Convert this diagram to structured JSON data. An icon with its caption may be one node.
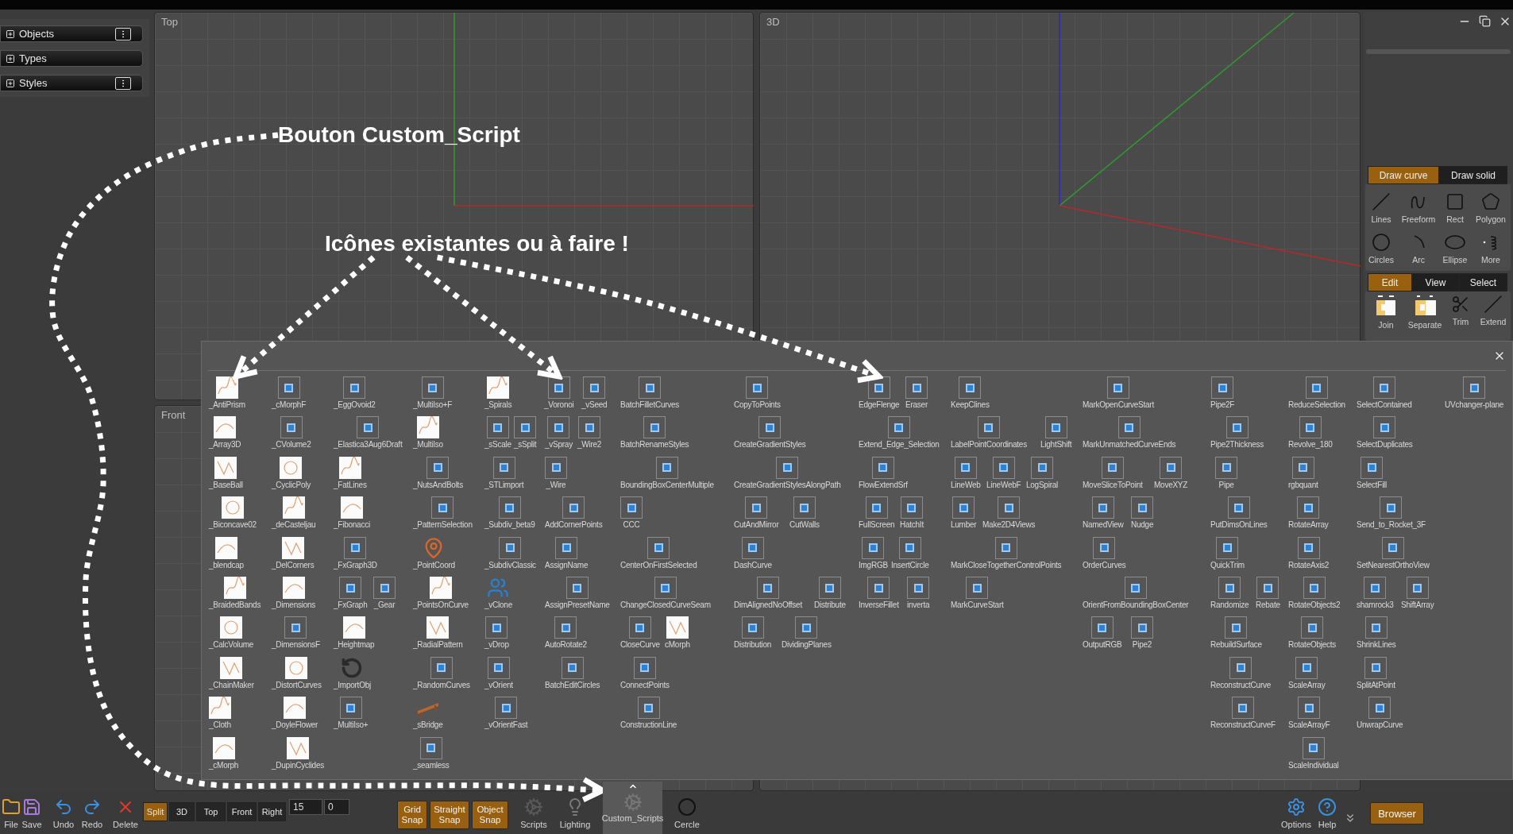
{
  "diagram": {
    "nodes": [
      {
        "text": [
          "Bouton Custom_Script"
        ]
      },
      {
        "text": [
          "Icônes existantes ou à faire !"
        ]
      },
      {
        "text": [
          "Custom_Scripts"
        ]
      },
      {
        "text": [],
        "shape": "picture"
      },
      {
        "text": [],
        "shape": "box"
      },
      {
        "text": [],
        "shape": "box"
      }
    ],
    "edges": [
      {
        "from": 0,
        "to": 2,
        "arrow": "to"
      },
      {
        "from": 1,
        "to": 3,
        "arrow": "to"
      },
      {
        "from": 1,
        "to": 4,
        "arrow": "to"
      },
      {
        "from": 1,
        "to": 5,
        "arrow": "to"
      }
    ],
    "labels": [
      "Objects",
      "Types",
      "Styles",
      "Top",
      "3D",
      "Draw curve",
      "Draw solid",
      "Lines",
      "Freeform",
      "Rect",
      "Polygon",
      "Circles",
      "Arc",
      "Ellipse",
      "More",
      "Edit",
      "View",
      "Select",
      "Join",
      "Separate",
      "Trim",
      "Extend",
      "Front",
      "_AntiPrism",
      "_cMorphF",
      "_EggOvoid2",
      "_MultiIso+F",
      "_Spirals",
      "_Voronoi",
      "_vSeed",
      "BatchFilletCurves",
      "CopyToPoints",
      "EdgeFlenge",
      "Eraser",
      "KeepClines",
      "MarkOpenCurveStart",
      "Pipe2F",
      "ReduceSelection",
      "SelectContained",
      "UVchanger-plane",
      "_Array3D",
      "_CVolume2",
      "_Elastica3Aug6Draft",
      "_MultiIso",
      "_sScale",
      "_sSplit",
      "_vSpray",
      "_Wire2",
      "BatchRenameStyles",
      "CreateGradientStyles",
      "Extend_Edge_Selection",
      "LabelPointCoordinates",
      "LightShift",
      "MarkUnmatchedCurveEnds",
      "Pipe2Thickness",
      "Revolve_180",
      "SelectDuplicates",
      "_BaseBall",
      "_CyclicPoly",
      "_FatLines",
      "_NutsAndBolts",
      "_STLimport",
      "_Wire",
      "BoundingBoxCenterMultiple",
      "CreateGradientStylesAlongPath",
      "FlowExtendSrf",
      "LineWeb",
      "LineWebF",
      "LogSpiral",
      "MoveSliceToPoint",
      "MoveXYZ",
      "Pipe",
      "rgbquant",
      "SelectFill",
      "_Biconcave02",
      "_deCasteljau",
      "_Fibonacci",
      "_PatternSelection",
      "_Subdiv_beta9",
      "AddCornerPoints",
      "CCC",
      "CutAndMirror",
      "CutWalls",
      "FullScreen",
      "HatchIt",
      "Lumber",
      "Make2D4Views",
      "NamedView",
      "Nudge",
      "PutDimsOnLines",
      "RotateArray",
      "Send_to_Rocket_3F",
      "_blendcap",
      "_DelCorners",
      "_FxGraph3D",
      "_PointCoord",
      "_SubdivClassic",
      "AssignName",
      "CenterOnFirstSelected",
      "DashCurve",
      "ImgRGB",
      "InsertCircle",
      "MarkCloseTogetherControlPoints",
      "OrderCurves",
      "QuickTrim",
      "RotateAxis2",
      "SetNearestOrthoView",
      "_BraidedBands",
      "_Dimensions",
      "_FxGraph",
      "_Gear",
      "_PointsOnCurve",
      "_vClone",
      "AssignPresetName",
      "ChangeClosedCurveSeam",
      "DimAlignedNoOffset",
      "Distribute",
      "InverseFillet",
      "inverta",
      "MarkCurveStart",
      "OrientFromBoundingBoxCenter",
      "Randomize",
      "Rebate",
      "RotateObjects2",
      "shamrock3",
      "ShiftArray",
      "_CalcVolume",
      "_DimensionsF",
      "_Heightmap",
      "_RadialPattern",
      "_vDrop",
      "AutoRotate2",
      "CloseCurve",
      "cMorph",
      "Distribution",
      "DividingPlanes",
      "OutputRGB",
      "Pipe2",
      "RebuildSurface",
      "RotateObjects",
      "ShrinkLines",
      "_ChainMaker",
      "_DistortCurves",
      "_ImportObj",
      "_RandomCurves",
      "_vOrient",
      "BatchEditCircles",
      "ConnectPoints",
      "ReconstructCurve",
      "ScaleArray",
      "SplitAtPoint",
      "_Cloth",
      "_DoyleFlower",
      "_MultiIso+",
      "_sBridge",
      "_vOrientFast",
      "ConstructionLine",
      "ReconstructCurveF",
      "ScaleArrayF",
      "UnwrapCurve",
      "_cMorph",
      "_DupinCyclides",
      "_seamless",
      "ScaleIndividual",
      "File",
      "Save",
      "Undo",
      "Redo",
      "Delete",
      "Split",
      "3D",
      "Top",
      "Front",
      "Right",
      "15",
      "0",
      "Grid Snap",
      "Straight Snap",
      "Object Snap",
      "Scripts",
      "Lighting",
      "Cercle",
      "Options",
      "Help",
      "Browser"
    ]
  }
}
